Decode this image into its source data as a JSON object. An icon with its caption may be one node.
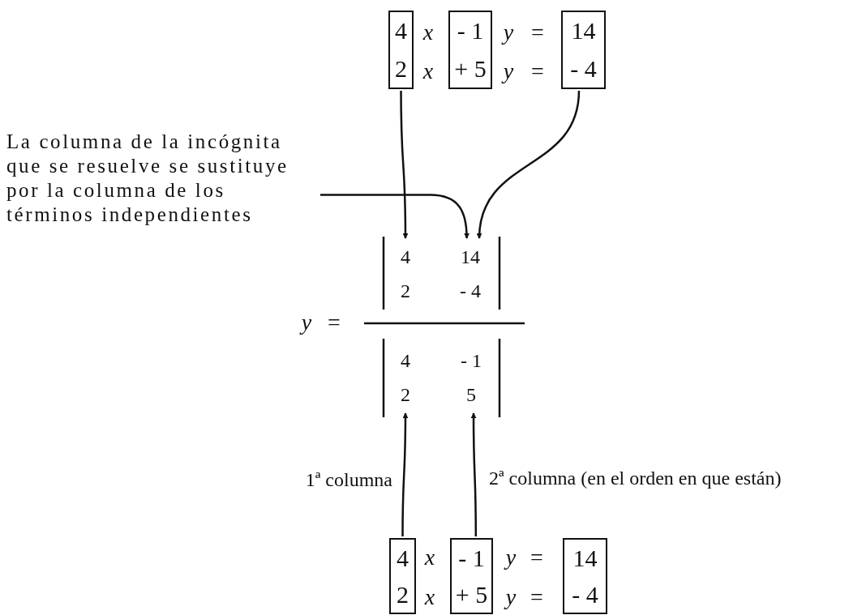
{
  "diagram": {
    "nodes": [
      {
        "text": [
          "4",
          "2"
        ]
      },
      {
        "text": [
          "- 1",
          "+ 5"
        ]
      },
      {
        "text": [
          "14",
          "- 4"
        ]
      },
      {
        "text": [
          "La columna de la incógnita que se resuelve se sustituye por la columna de los términos independientes"
        ]
      },
      {
        "text": [
          "4",
          "2"
        ]
      },
      {
        "text": [
          "14",
          "- 4"
        ]
      },
      {
        "text": [
          "4",
          "2"
        ]
      },
      {
        "text": [
          "- 1",
          "5"
        ]
      },
      {
        "text": [
          "4",
          "2"
        ]
      },
      {
        "text": [
          "- 1",
          "+ 5"
        ]
      },
      {
        "text": [
          "14",
          "- 4"
        ]
      }
    ],
    "edges": [
      {
        "from": 0,
        "to": 4,
        "arrow": "to"
      },
      {
        "from": 2,
        "to": 5,
        "arrow": "to"
      },
      {
        "from": 3,
        "to": 5,
        "arrow": "to"
      },
      {
        "from": 8,
        "to": 6,
        "arrow": "to",
        "label": "1ª columna"
      },
      {
        "from": 9,
        "to": 7,
        "arrow": "to",
        "label": "2ª columna (en el orden en que están)"
      }
    ],
    "labels": [
      "x",
      "y",
      "=",
      "x",
      "y",
      "=",
      "y",
      "=",
      "x",
      "y",
      "=",
      "x",
      "y",
      "="
    ]
  }
}
